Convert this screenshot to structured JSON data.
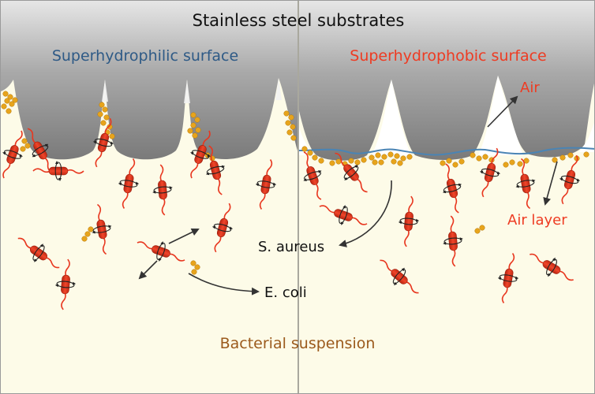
{
  "labels": {
    "substrate": "Stainless steel substrates",
    "left_surface": "Superhydrophilic surface",
    "right_surface": "Superhydrophobic surface",
    "air": "Air",
    "air_layer": "Air layer",
    "s_aureus": "S. aureus",
    "e_coli": "E. coli",
    "suspension": "Bacterial suspension"
  },
  "colors": {
    "suspension_bg": "#fdfbe8",
    "steel_dark": "#7b7b7b",
    "steel_light": "#e3e3e3",
    "left_title": "#2e5a86",
    "right_title": "#ee3b22",
    "suspension_text": "#9b5a1c",
    "ecoli_body": "#e8371f",
    "saureus": "#e7a41c",
    "water_line": "#4a84b4",
    "arrow": "#333333"
  },
  "icons": {
    "e_coli": "rod-bacterium-with-flagella-icon",
    "s_aureus": "coccus-cluster-icon",
    "arrow": "pointer-arrow-icon"
  }
}
